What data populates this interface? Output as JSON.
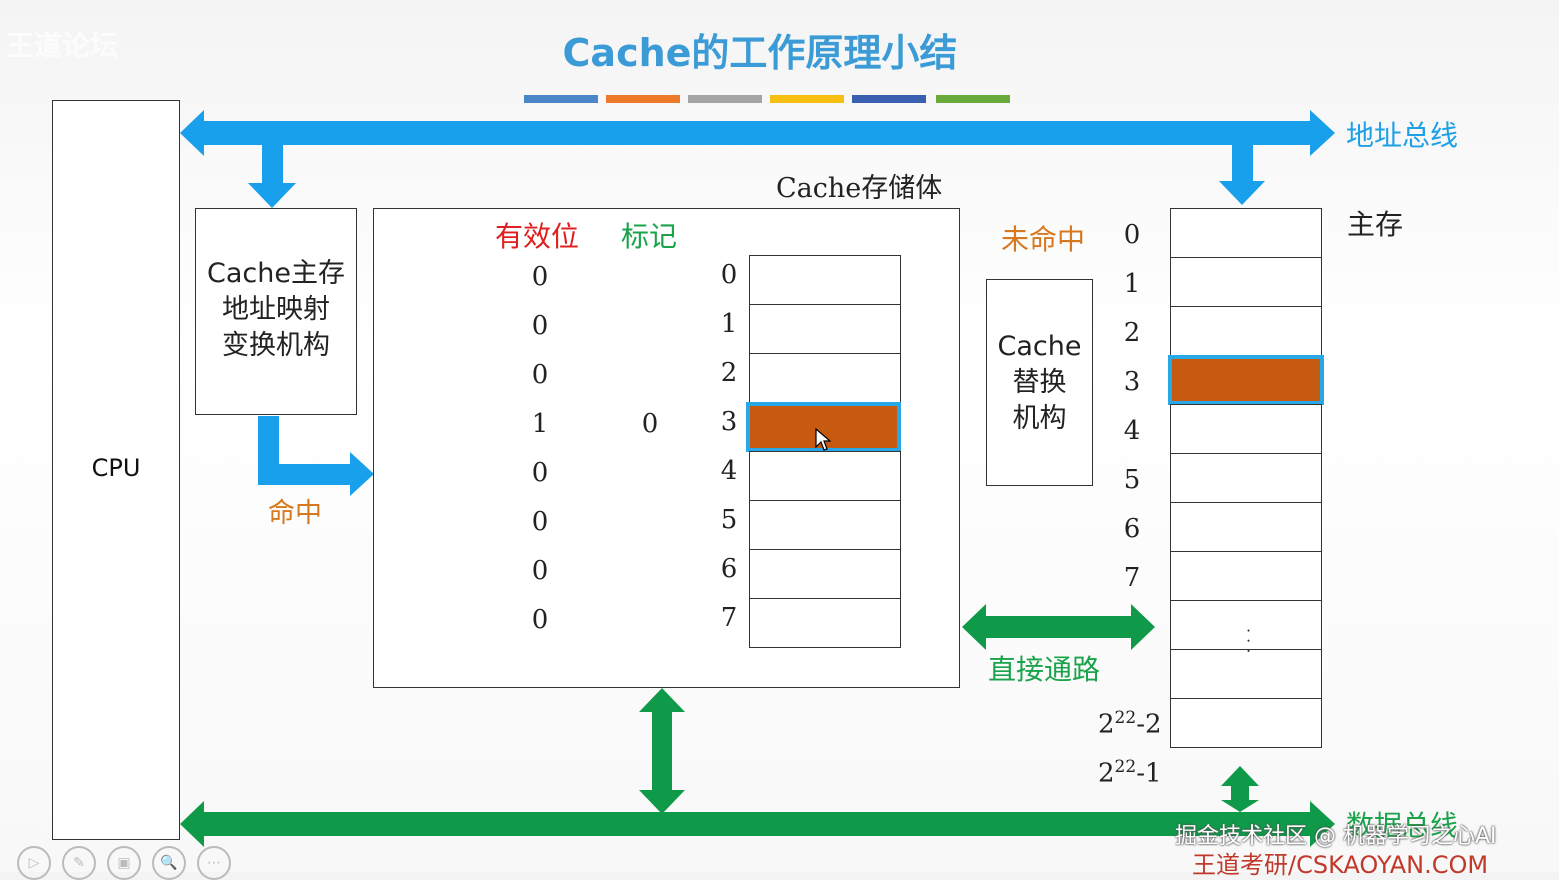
{
  "watermark_tl": "王道论坛",
  "title": "Cache的工作原理小结",
  "accent_colors": [
    "#4a86c8",
    "#ec7a2a",
    "#a5a5a5",
    "#f6bf12",
    "#3b5fb0",
    "#6aaa3c"
  ],
  "labels": {
    "cpu": "CPU",
    "address_bus": "地址总线",
    "data_bus": "数据总线",
    "cache_storage": "Cache存储体",
    "main_memory": "主存",
    "mapping_line1": "Cache主存",
    "mapping_line2": "地址映射",
    "mapping_line3": "变换机构",
    "hit": "命中",
    "miss": "未命中",
    "replace_line1": "Cache",
    "replace_line2": "替换",
    "replace_line3": "机构",
    "direct_path": "直接通路",
    "valid_bit": "有效位",
    "tag": "标记"
  },
  "cache_rows": [
    {
      "valid": "0",
      "tag": "",
      "index": "0"
    },
    {
      "valid": "0",
      "tag": "",
      "index": "1"
    },
    {
      "valid": "0",
      "tag": "",
      "index": "2"
    },
    {
      "valid": "1",
      "tag": "0",
      "index": "3"
    },
    {
      "valid": "0",
      "tag": "",
      "index": "4"
    },
    {
      "valid": "0",
      "tag": "",
      "index": "5"
    },
    {
      "valid": "0",
      "tag": "",
      "index": "6"
    },
    {
      "valid": "0",
      "tag": "",
      "index": "7"
    }
  ],
  "memory_indices": [
    "0",
    "1",
    "2",
    "3",
    "4",
    "5",
    "6",
    "7"
  ],
  "memory_ellipsis": "· · ·",
  "memory_last": [
    {
      "base": "2",
      "exp": "22",
      "suffix": "-2"
    },
    {
      "base": "2",
      "exp": "22",
      "suffix": "-1"
    }
  ],
  "watermark_br1": "掘金技术社区 @ 机器学习之心AI",
  "watermark_br2": "王道考研/CSKAOYAN.COM",
  "colors": {
    "bus_blue": "#18a0ec",
    "bus_green": "#0f9a4a",
    "highlight_fill": "#c65a10",
    "highlight_border": "#29a8e8"
  },
  "controls": [
    "▷",
    "✎",
    "▣",
    "🔍",
    "⋯"
  ]
}
